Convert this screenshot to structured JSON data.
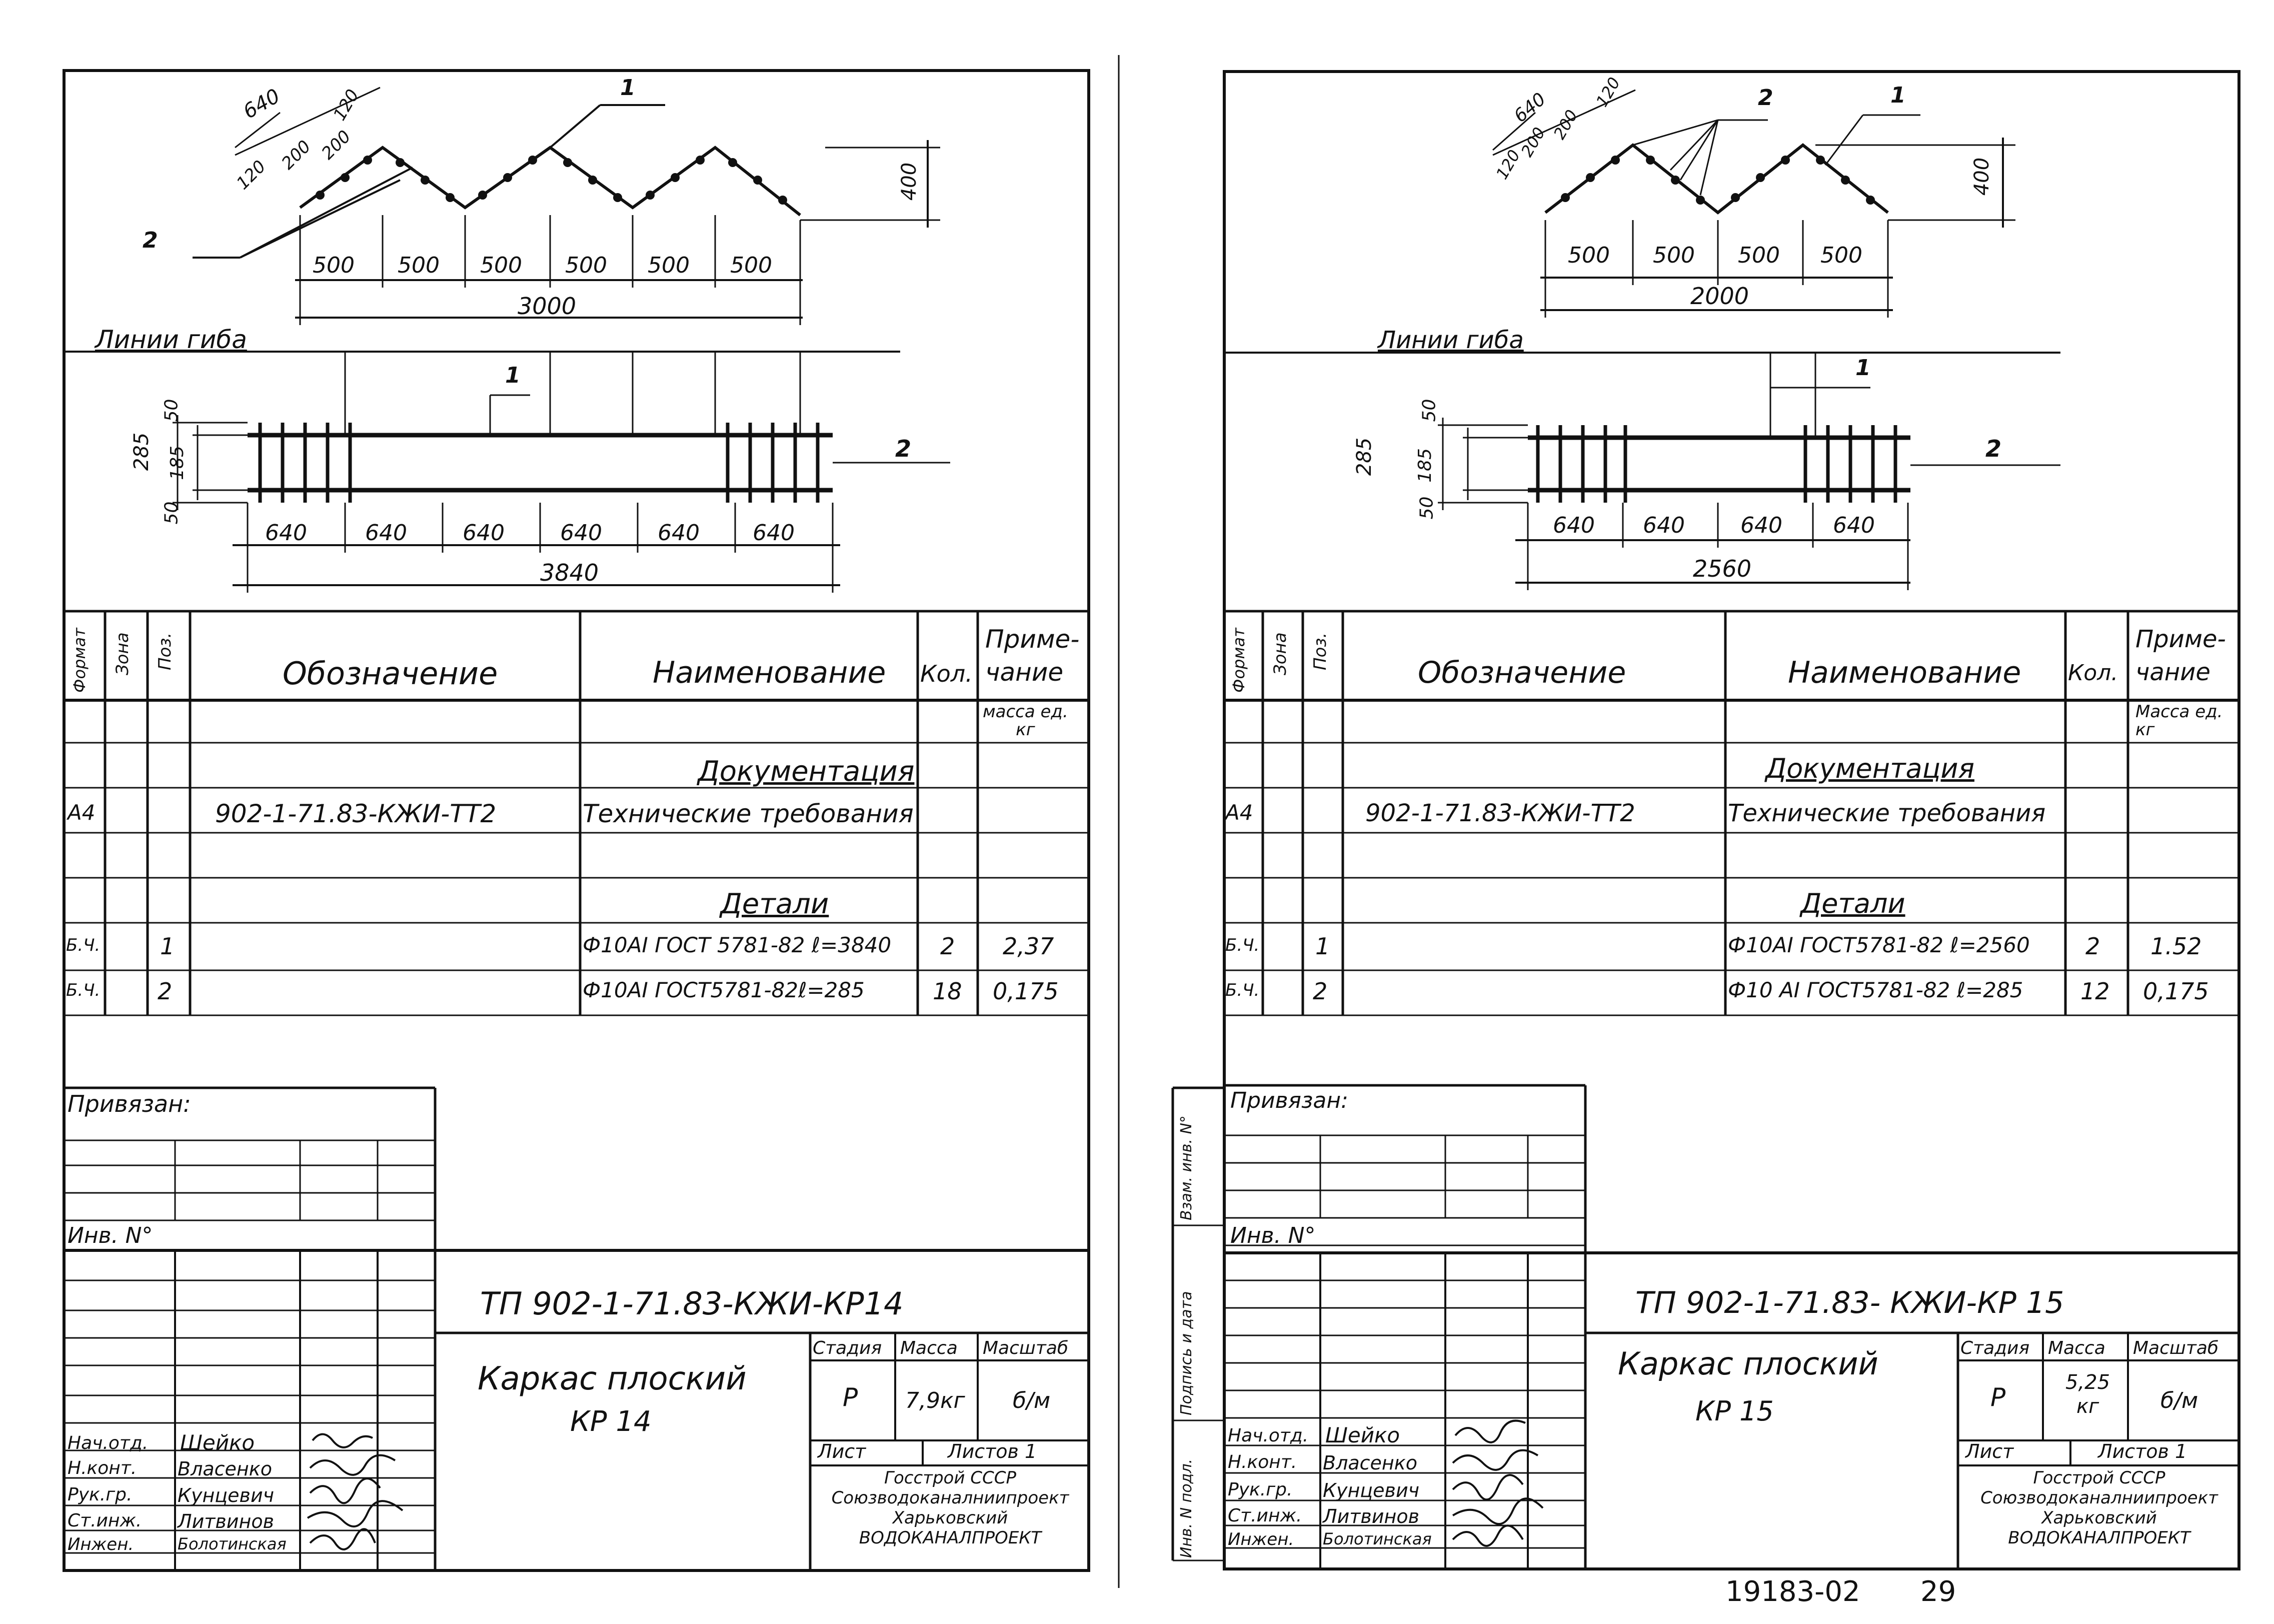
{
  "left": {
    "drawing": {
      "pos1": "1",
      "pos2": "2",
      "dim_640": "640",
      "dim_120a": "120",
      "dim_120b": "120",
      "dim_200a": "200",
      "dim_200b": "200",
      "dim_400": "400",
      "spans": [
        "500",
        "500",
        "500",
        "500",
        "500",
        "500"
      ],
      "total_top": "3000",
      "bend_lines": "Линии гиба",
      "left_50a": "50",
      "left_285": "285",
      "left_185": "185",
      "left_50b": "50",
      "bottom_spans": [
        "640",
        "640",
        "640",
        "640",
        "640",
        "640"
      ],
      "total_bottom": "3840",
      "pos1b": "1",
      "pos2b": "2"
    },
    "spec": {
      "h_format": "Формат",
      "h_zone": "Зона",
      "h_pos": "Поз.",
      "h_designation": "Обозначение",
      "h_name": "Наименование",
      "h_qty": "Кол.",
      "h_note": "Приме-\nчание",
      "mass_unit": "масса ед.\nкг",
      "section_docs": "Документация",
      "doc_format": "А4",
      "doc_code": "902-1-71.83-КЖИ-ТТ2",
      "doc_name": "Технические требования",
      "section_parts": "Детали",
      "rows": [
        {
          "format": "Б.Ч.",
          "pos": "1",
          "name": "Ф10АI ГОСТ 5781-82 ℓ=3840",
          "qty": "2",
          "note": "2,37"
        },
        {
          "format": "Б.Ч.",
          "pos": "2",
          "name": "Ф10АI ГОСТ5781-82ℓ=285",
          "qty": "18",
          "note": "0,175"
        }
      ]
    },
    "stamp": {
      "privyazan": "Привязан:",
      "inv_no": "Инв. N°",
      "code": "ТП 902-1-71.83-КЖИ-КР14",
      "title1": "Каркас плоский",
      "title2": "КР 14",
      "stage_h": "Стадия",
      "mass_h": "Масса",
      "scale_h": "Масштаб",
      "stage": "Р",
      "mass": "7,9кг",
      "scale": "б/м",
      "sheet": "Лист",
      "sheets": "Листов 1",
      "org": "Госстрой СССР\nСоюзводоканалниипроект\nХарьковский\nВОДОКАНАЛПРОЕКТ",
      "roles": [
        {
          "role": "Нач.отд.",
          "name": "Шейко"
        },
        {
          "role": "Н.конт.",
          "name": "Власенко"
        },
        {
          "role": "Рук.гр.",
          "name": "Кунцевич"
        },
        {
          "role": "Ст.инж.",
          "name": "Литвинов"
        },
        {
          "role": "Инжен.",
          "name": "Болотинская"
        }
      ]
    }
  },
  "right": {
    "drawing": {
      "pos1": "1",
      "pos2": "2",
      "dim_640": "640",
      "dim_120a": "120",
      "dim_120b": "120",
      "dim_200a": "200",
      "dim_200b": "200",
      "dim_400": "400",
      "spans": [
        "500",
        "500",
        "500",
        "500"
      ],
      "total_top": "2000",
      "bend_lines": "Линии гиба",
      "left_50a": "50",
      "left_285": "285",
      "left_185": "185",
      "left_50b": "50",
      "bottom_spans": [
        "640",
        "640",
        "640",
        "640"
      ],
      "total_bottom": "2560",
      "pos1b": "1",
      "pos2b": "2"
    },
    "spec": {
      "h_format": "Формат",
      "h_zone": "Зона",
      "h_pos": "Поз.",
      "h_designation": "Обозначение",
      "h_name": "Наименование",
      "h_qty": "Кол.",
      "h_note": "Приме-\nчание",
      "mass_unit": "Масса ед.\nкг",
      "section_docs": "Документация",
      "doc_format": "А4",
      "doc_code": "902-1-71.83-КЖИ-ТТ2",
      "doc_name": "Технические требования",
      "section_parts": "Детали",
      "rows": [
        {
          "format": "Б.Ч.",
          "pos": "1",
          "name": "Ф10АI ГОСТ5781-82 ℓ=2560",
          "qty": "2",
          "note": "1.52"
        },
        {
          "format": "Б.Ч.",
          "pos": "2",
          "name": "Ф10 АI ГОСТ5781-82 ℓ=285",
          "qty": "12",
          "note": "0,175"
        }
      ]
    },
    "stamp": {
      "privyazan": "Привязан:",
      "inv_no": "Инв. N°",
      "code": "ТП 902-1-71.83- КЖИ-КР 15",
      "title1": "Каркас плоский",
      "title2": "КР 15",
      "stage_h": "Стадия",
      "mass_h": "Масса",
      "scale_h": "Масштаб",
      "stage": "Р",
      "mass": "5,25\nкг",
      "scale": "б/м",
      "sheet": "Лист",
      "sheets": "Листов 1",
      "org": "Госстрой СССР\nСоюзводоканалниипроект\nХарьковский\nВОДОКАНАЛПРОЕКТ",
      "side_labels": [
        "Инв. N подл.",
        "Подпись и дата",
        "Взам. инв. N°"
      ],
      "roles": [
        {
          "role": "Нач.отд.",
          "name": "Шейко"
        },
        {
          "role": "Н.конт.",
          "name": "Власенко"
        },
        {
          "role": "Рук.гр.",
          "name": "Кунцевич"
        },
        {
          "role": "Ст.инж.",
          "name": "Литвинов"
        },
        {
          "role": "Инжен.",
          "name": "Болотинская"
        }
      ]
    }
  },
  "footer": {
    "archive": "19183-02",
    "page": "29"
  }
}
